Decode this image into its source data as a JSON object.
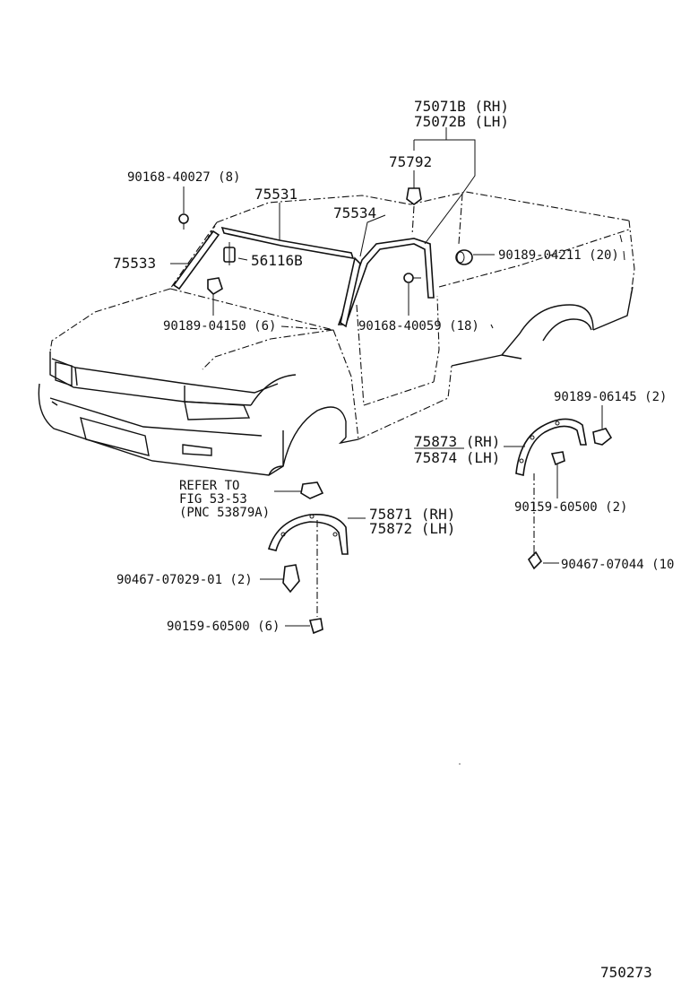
{
  "diagram_id": "750273",
  "labels": {
    "p75071b": "75071B (RH)",
    "p75072b": "75072B (LH)",
    "p75792": "75792",
    "p90168_40027": "90168-40027 (8)",
    "p75531": "75531",
    "p75534": "75534",
    "p75533": "75533",
    "p56116b": "56116B",
    "p90189_04211": "90189-04211 (20)",
    "p90189_04150": "90189-04150 (6)",
    "p90168_40059": "90168-40059 (18)",
    "p90189_06145": "90189-06145 (2)",
    "p75873": "75873 (RH)",
    "p75874": "75874 (LH)",
    "p90159_60500_2": "90159-60500 (2)",
    "refer_line1": "REFER TO",
    "refer_line2": "FIG 53-53",
    "refer_line3": "(PNC 53879A)",
    "p75871": "75871 (RH)",
    "p75872": "75872 (LH)",
    "p90467_07044": "90467-07044 (10",
    "p90467_07029": "90467-07029-01 (2)",
    "p90159_60500_6": "90159-60500 (6)"
  }
}
